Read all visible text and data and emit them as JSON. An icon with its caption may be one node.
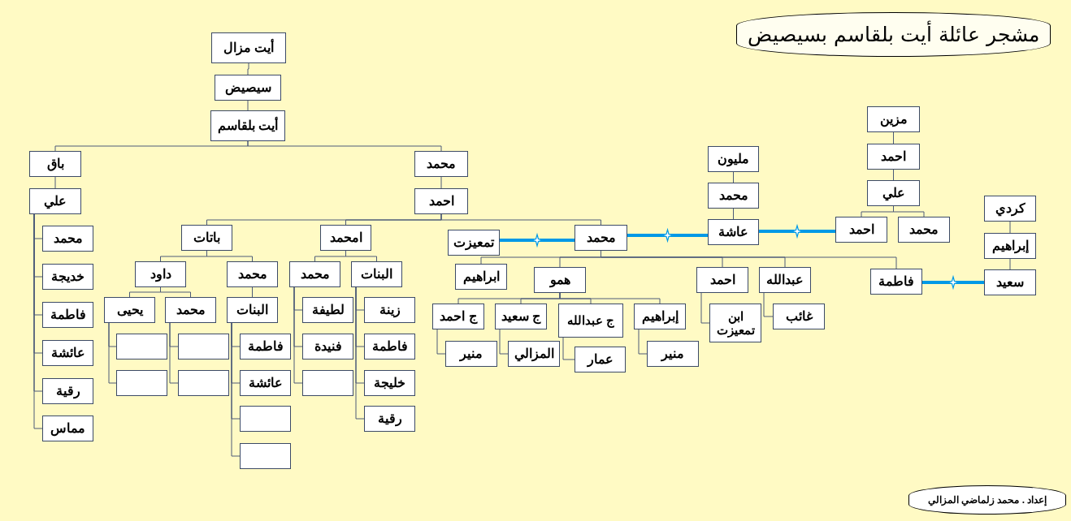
{
  "diagram": {
    "title": "مشجر عائلة أيت بلقاسم بسيصيض",
    "caption": "إعداد . محمد زلماضي المزالي",
    "nodes": [
      {
        "text": [
          "أيت مزال"
        ]
      },
      {
        "text": [
          "سيصيض"
        ]
      },
      {
        "text": [
          "أيت بلقاسم"
        ]
      },
      {
        "text": [
          "باق"
        ]
      },
      {
        "text": [
          "محمد"
        ]
      },
      {
        "text": [
          "علي"
        ]
      },
      {
        "text": [
          "احمد"
        ]
      },
      {
        "text": [
          "محمد"
        ]
      },
      {
        "text": [
          "خديجة"
        ]
      },
      {
        "text": [
          "فاطمة"
        ]
      },
      {
        "text": [
          "عائشة"
        ]
      },
      {
        "text": [
          "رقية"
        ]
      },
      {
        "text": [
          "مماس"
        ]
      },
      {
        "text": [
          "باتات"
        ]
      },
      {
        "text": [
          "داود"
        ]
      },
      {
        "text": [
          "محمد"
        ]
      },
      {
        "text": [
          "يحيى"
        ]
      },
      {
        "text": [
          "محمد"
        ]
      },
      {
        "text": [],
        "shape": "box"
      },
      {
        "text": [],
        "shape": "box"
      },
      {
        "text": [],
        "shape": "box"
      },
      {
        "text": [],
        "shape": "box"
      },
      {
        "text": [
          "البنات"
        ]
      },
      {
        "text": [
          "فاطمة"
        ]
      },
      {
        "text": [
          "عائشة"
        ]
      },
      {
        "text": [],
        "shape": "box"
      },
      {
        "text": [],
        "shape": "box"
      },
      {
        "text": [
          "امحمد"
        ]
      },
      {
        "text": [
          "محمد"
        ]
      },
      {
        "text": [
          "البنات"
        ]
      },
      {
        "text": [
          "لطيفة"
        ]
      },
      {
        "text": [
          "فنيدة"
        ]
      },
      {
        "text": [],
        "shape": "box"
      },
      {
        "text": [
          "زينة"
        ]
      },
      {
        "text": [
          "فاطمة"
        ]
      },
      {
        "text": [
          "خليجة"
        ]
      },
      {
        "text": [
          "رقية"
        ]
      },
      {
        "text": [
          "تمعيزت"
        ]
      },
      {
        "text": [
          "محمد"
        ]
      },
      {
        "text": [
          "مليون"
        ]
      },
      {
        "text": [
          "محمد"
        ]
      },
      {
        "text": [
          "عاشة"
        ]
      },
      {
        "text": [
          "مزين"
        ]
      },
      {
        "text": [
          "احمد"
        ]
      },
      {
        "text": [
          "علي"
        ]
      },
      {
        "text": [
          "احمد"
        ]
      },
      {
        "text": [
          "محمد"
        ]
      },
      {
        "text": [
          "كردي"
        ]
      },
      {
        "text": [
          "إبراهيم"
        ]
      },
      {
        "text": [
          "سعيد"
        ]
      },
      {
        "text": [
          "ابراهيم"
        ]
      },
      {
        "text": [
          "همو"
        ]
      },
      {
        "text": [
          "ج احمد"
        ]
      },
      {
        "text": [
          "ج سعيد"
        ]
      },
      {
        "text": [
          "ج عبدالله"
        ]
      },
      {
        "text": [
          "إبراهيم"
        ]
      },
      {
        "text": [
          "منير"
        ]
      },
      {
        "text": [
          "المزالي"
        ]
      },
      {
        "text": [
          "عمار"
        ]
      },
      {
        "text": [
          "منير"
        ]
      },
      {
        "text": [
          "احمد"
        ]
      },
      {
        "text": [
          "ابن تمعيزت"
        ]
      },
      {
        "text": [
          "عبدالله"
        ]
      },
      {
        "text": [
          "غائب"
        ]
      },
      {
        "text": [
          "فاطمة"
        ]
      }
    ],
    "edges": [
      {
        "from": 0,
        "to": 1,
        "arrow": "none"
      },
      {
        "from": 1,
        "to": 2,
        "arrow": "none"
      },
      {
        "from": 2,
        "to": 3,
        "arrow": "none"
      },
      {
        "from": 2,
        "to": 4,
        "arrow": "none"
      },
      {
        "from": 3,
        "to": 5,
        "arrow": "none"
      },
      {
        "from": 4,
        "to": 6,
        "arrow": "none"
      },
      {
        "from": 5,
        "to": 7,
        "arrow": "none"
      },
      {
        "from": 5,
        "to": 8,
        "arrow": "none"
      },
      {
        "from": 5,
        "to": 9,
        "arrow": "none"
      },
      {
        "from": 5,
        "to": 10,
        "arrow": "none"
      },
      {
        "from": 5,
        "to": 11,
        "arrow": "none"
      },
      {
        "from": 5,
        "to": 12,
        "arrow": "none"
      },
      {
        "from": 6,
        "to": 13,
        "arrow": "none"
      },
      {
        "from": 6,
        "to": 27,
        "arrow": "none"
      },
      {
        "from": 6,
        "to": 38,
        "arrow": "none"
      },
      {
        "from": 13,
        "to": 14,
        "arrow": "none"
      },
      {
        "from": 13,
        "to": 15,
        "arrow": "none"
      },
      {
        "from": 14,
        "to": 16,
        "arrow": "none"
      },
      {
        "from": 14,
        "to": 17,
        "arrow": "none"
      },
      {
        "from": 16,
        "to": 18,
        "arrow": "none"
      },
      {
        "from": 16,
        "to": 19,
        "arrow": "none"
      },
      {
        "from": 17,
        "to": 20,
        "arrow": "none"
      },
      {
        "from": 17,
        "to": 21,
        "arrow": "none"
      },
      {
        "from": 15,
        "to": 22,
        "arrow": "none"
      },
      {
        "from": 22,
        "to": 23,
        "arrow": "none"
      },
      {
        "from": 22,
        "to": 24,
        "arrow": "none"
      },
      {
        "from": 22,
        "to": 25,
        "arrow": "none"
      },
      {
        "from": 22,
        "to": 26,
        "arrow": "none"
      },
      {
        "from": 27,
        "to": 28,
        "arrow": "none"
      },
      {
        "from": 27,
        "to": 29,
        "arrow": "none"
      },
      {
        "from": 28,
        "to": 30,
        "arrow": "none"
      },
      {
        "from": 28,
        "to": 31,
        "arrow": "none"
      },
      {
        "from": 28,
        "to": 32,
        "arrow": "none"
      },
      {
        "from": 29,
        "to": 33,
        "arrow": "none"
      },
      {
        "from": 29,
        "to": 34,
        "arrow": "none"
      },
      {
        "from": 29,
        "to": 35,
        "arrow": "none"
      },
      {
        "from": 29,
        "to": 36,
        "arrow": "none"
      },
      {
        "from": 37,
        "to": 38,
        "arrow": "none",
        "style": "thick",
        "color": "#0099e6"
      },
      {
        "from": 38,
        "to": 41,
        "arrow": "none",
        "style": "thick",
        "color": "#0099e6"
      },
      {
        "from": 39,
        "to": 40,
        "arrow": "none"
      },
      {
        "from": 40,
        "to": 41,
        "arrow": "none"
      },
      {
        "from": 41,
        "to": 45,
        "arrow": "none",
        "style": "thick",
        "color": "#0099e6"
      },
      {
        "from": 42,
        "to": 43,
        "arrow": "none"
      },
      {
        "from": 43,
        "to": 44,
        "arrow": "none"
      },
      {
        "from": 44,
        "to": 45,
        "arrow": "none"
      },
      {
        "from": 44,
        "to": 46,
        "arrow": "none"
      },
      {
        "from": 47,
        "to": 48,
        "arrow": "none"
      },
      {
        "from": 48,
        "to": 49,
        "arrow": "none"
      },
      {
        "from": 38,
        "to": 50,
        "arrow": "none"
      },
      {
        "from": 38,
        "to": 51,
        "arrow": "none"
      },
      {
        "from": 38,
        "to": 60,
        "arrow": "none"
      },
      {
        "from": 38,
        "to": 62,
        "arrow": "none"
      },
      {
        "from": 38,
        "to": 64,
        "arrow": "none"
      },
      {
        "from": 51,
        "to": 52,
        "arrow": "none"
      },
      {
        "from": 51,
        "to": 53,
        "arrow": "none"
      },
      {
        "from": 51,
        "to": 54,
        "arrow": "none"
      },
      {
        "from": 51,
        "to": 55,
        "arrow": "none"
      },
      {
        "from": 52,
        "to": 56,
        "arrow": "none"
      },
      {
        "from": 53,
        "to": 57,
        "arrow": "none"
      },
      {
        "from": 54,
        "to": 58,
        "arrow": "none"
      },
      {
        "from": 55,
        "to": 59,
        "arrow": "none"
      },
      {
        "from": 60,
        "to": 61,
        "arrow": "none"
      },
      {
        "from": 62,
        "to": 63,
        "arrow": "none"
      },
      {
        "from": 64,
        "to": 49,
        "arrow": "none",
        "style": "thick",
        "color": "#0099e6"
      }
    ]
  }
}
